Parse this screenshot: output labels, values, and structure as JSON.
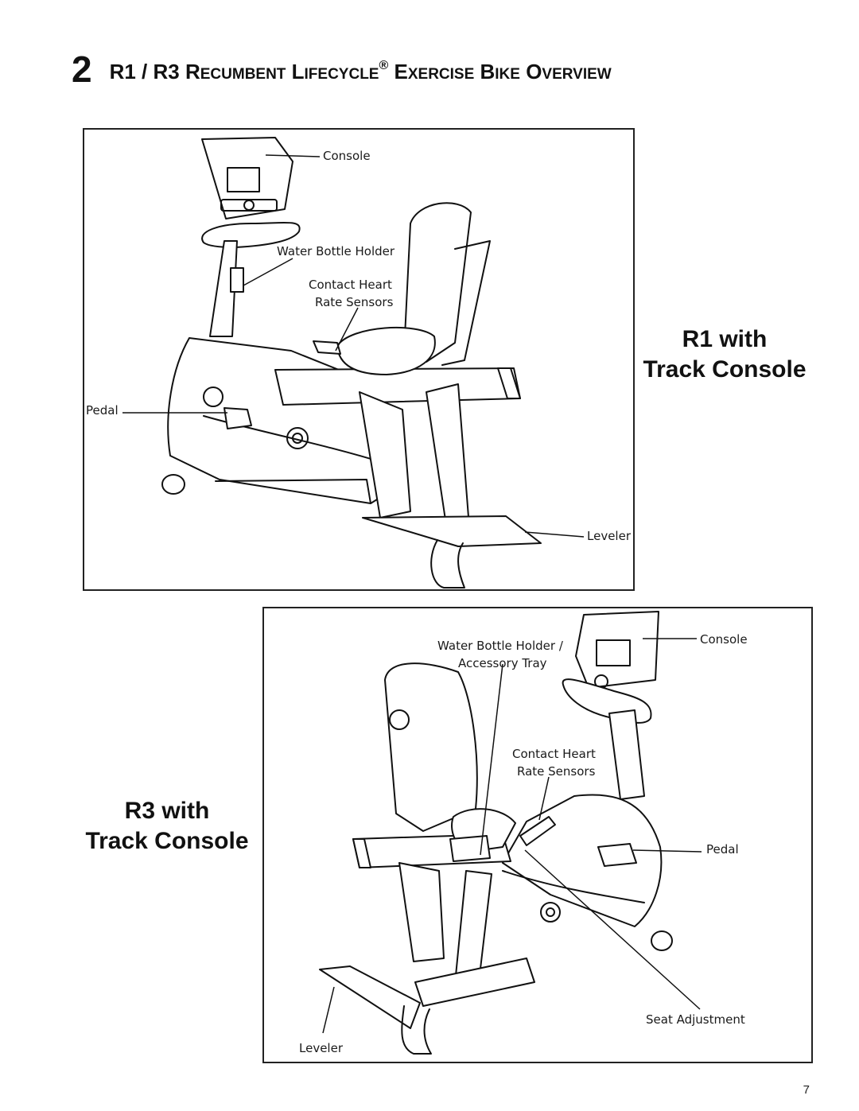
{
  "heading": {
    "number": "2",
    "title_parts": [
      "R1 / R3 R",
      "ECUMBENT",
      " L",
      "IFECYCLE",
      "E",
      "XERCISE",
      " B",
      "IKE",
      " O",
      "VERVIEW"
    ],
    "registered_mark": "®"
  },
  "r1": {
    "title_line1": "R1 with",
    "title_line2": "Track Console",
    "callouts": {
      "console": "Console",
      "water_bottle_holder": "Water Bottle Holder",
      "contact_heart_line1": "Contact Heart",
      "contact_heart_line2": "Rate Sensors",
      "pedal": "Pedal",
      "leveler": "Leveler"
    }
  },
  "r3": {
    "title_line1": "R3 with",
    "title_line2": "Track Console",
    "callouts": {
      "water_bottle_line1": "Water Bottle Holder /",
      "water_bottle_line2": "Accessory Tray",
      "console": "Console",
      "contact_heart_line1": "Contact Heart",
      "contact_heart_line2": "Rate Sensors",
      "pedal": "Pedal",
      "seat_adjustment": "Seat Adjustment",
      "leveler": "Leveler"
    }
  },
  "page_number": "7"
}
